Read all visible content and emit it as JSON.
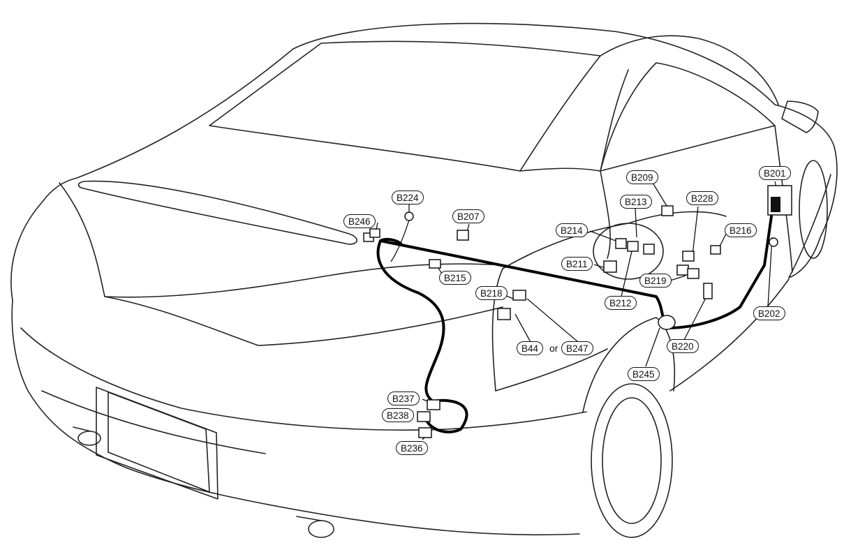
{
  "connectors": {
    "b201": "B201",
    "b202": "B202",
    "b207": "B207",
    "b209": "B209",
    "b211": "B211",
    "b212": "B212",
    "b213": "B213",
    "b214": "B214",
    "b215": "B215",
    "b216": "B216",
    "b218": "B218",
    "b219": "B219",
    "b220": "B220",
    "b224": "B224",
    "b228": "B228",
    "b236": "B236",
    "b237": "B237",
    "b238": "B238",
    "b245": "B245",
    "b246": "B246",
    "b44": "B44",
    "b247": "B247"
  },
  "conjunction": "or",
  "colors": {
    "line": "#111111",
    "harness": "#000000",
    "background": "#ffffff"
  }
}
